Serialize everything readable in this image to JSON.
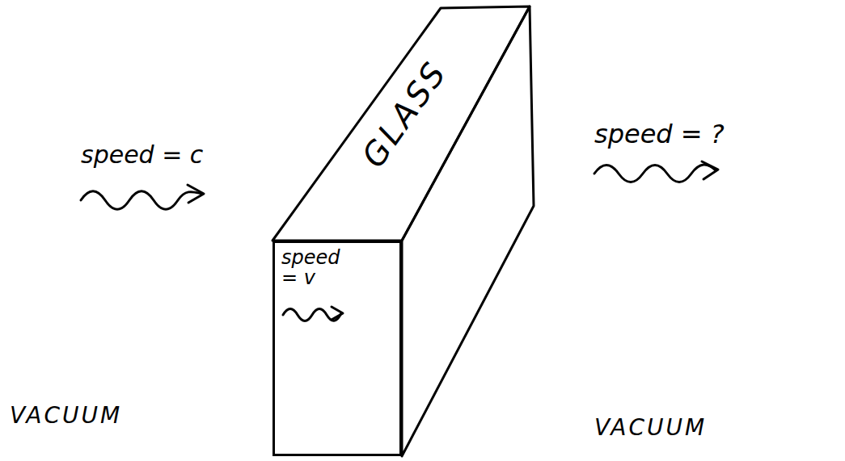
{
  "diagram": {
    "nodes": [
      {
        "text": [
          "GLASS"
        ]
      },
      {
        "text": [
          "speed = v"
        ],
        "in": 0
      }
    ],
    "labels": [
      "speed = c",
      "VACUUM",
      "speed = ?",
      "VACUUM"
    ]
  }
}
